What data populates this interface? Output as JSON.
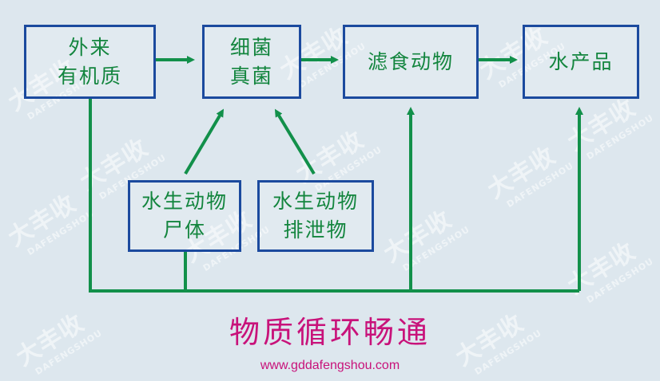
{
  "nodes": {
    "external": {
      "line1": "外来",
      "line2": "有机质"
    },
    "microbes": {
      "line1": "细菌",
      "line2": "真菌"
    },
    "filter_feeders": {
      "line1": "滤食动物"
    },
    "aquatic_products": {
      "line1": "水产品"
    },
    "carcasses": {
      "line1": "水生动物",
      "line2": "尸体"
    },
    "excreta": {
      "line1": "水生动物",
      "line2": "排泄物"
    }
  },
  "title": "物质循环畅通",
  "url": "www.gddafengshou.com",
  "watermark": {
    "logo_text": "大丰收",
    "logo_sub": "DAFENGSHOU"
  },
  "colors": {
    "box_border": "#1b4a9e",
    "text_green": "#13853e",
    "arrow_green": "#12904a",
    "title_magenta": "#c8127a",
    "background": "#dde7ee"
  }
}
